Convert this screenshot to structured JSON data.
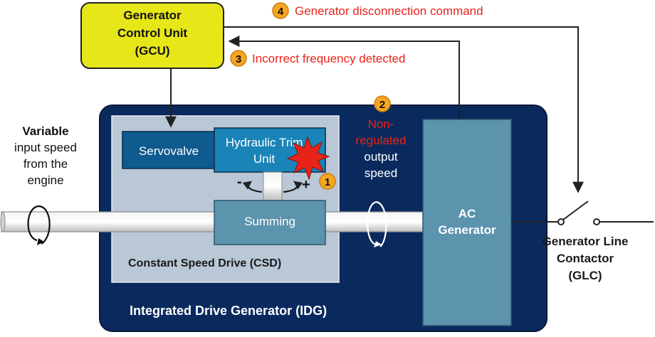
{
  "gcu": {
    "line1": "Generator",
    "line2": "Control Unit",
    "line3": "(GCU)"
  },
  "steps": {
    "s1": {
      "num": "1"
    },
    "s2": {
      "num": "2",
      "line1": "Non-",
      "line2": "regulated",
      "line3": "output",
      "line4": "speed"
    },
    "s3": {
      "num": "3",
      "label": "Incorrect frequency detected"
    },
    "s4": {
      "num": "4",
      "label": "Generator disconnection command"
    }
  },
  "input": {
    "line1": "Variable",
    "line2": "input speed",
    "line3": "from the",
    "line4": "engine"
  },
  "servovalve": {
    "label": "Servovalve"
  },
  "htu": {
    "line1": "Hydraulic Trim",
    "line2": "Unit"
  },
  "minus_sign": "-",
  "plus_sign": "+",
  "summing": {
    "label": "Summing"
  },
  "csd": {
    "label": "Constant Speed Drive (CSD)"
  },
  "idg": {
    "label": "Integrated Drive Generator (IDG)"
  },
  "ac_generator": {
    "line1": "AC",
    "line2": "Generator"
  },
  "glc": {
    "line1": "Generator Line",
    "line2": "Contactor",
    "line3": "(GLC)"
  },
  "colors": {
    "gcu_fill": "#e6e619",
    "idg_fill": "#0a2a5e",
    "csd_fill": "#b9c7d6",
    "servovalve_fill": "#0f5a8e",
    "htu_fill": "#1a84b8",
    "summing_fill": "#5c93ad",
    "generator_fill": "#5c93ad",
    "step_circle": "#f5a623",
    "alert_red": "#e8241a"
  }
}
